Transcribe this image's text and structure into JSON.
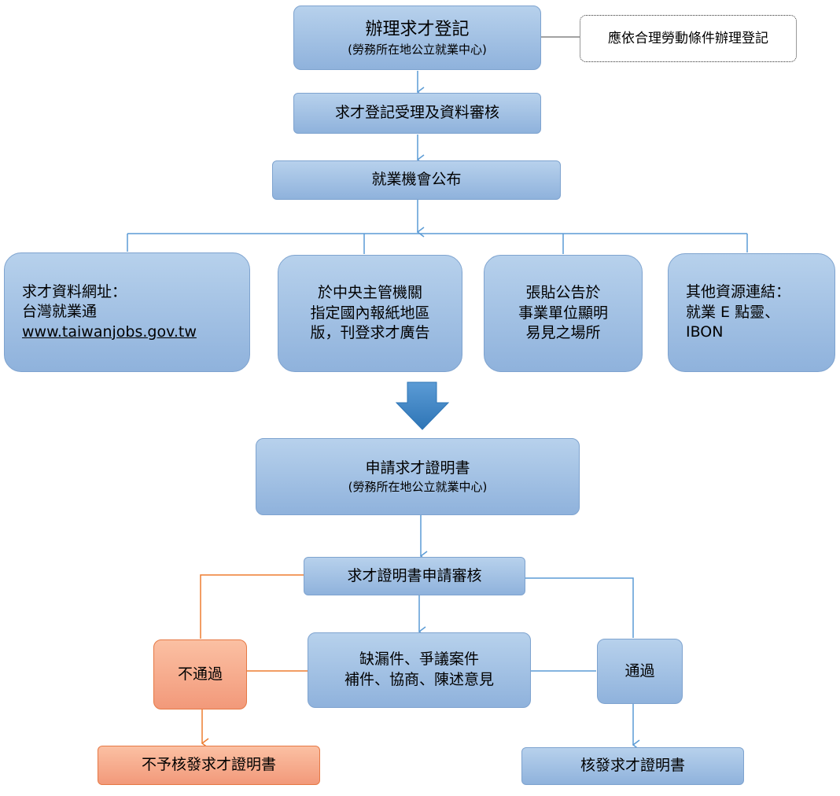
{
  "register": {
    "title": "辦理求才登記",
    "sub": "(勞務所在地公立就業中心)"
  },
  "note": "應依合理勞動條件辦理登記",
  "review": "求才登記受理及資料審核",
  "publish": "就業機會公布",
  "channels": {
    "web": {
      "line1": "求才資料網址：",
      "line2": "台灣就業通",
      "url": "www.taiwanjobs.gov.tw"
    },
    "newspaper": {
      "line1": "於中央主管機關",
      "line2": "指定國內報紙地區",
      "line3": "版，刊登求才廣告"
    },
    "poster": {
      "line1": "張貼公告於",
      "line2": "事業單位顯明",
      "line3": "易見之場所"
    },
    "other": {
      "line1": "其他資源連結：",
      "line2": "就業 E 點靈、",
      "line3": "IBON"
    }
  },
  "apply": {
    "title": "申請求才證明書",
    "sub": "(勞務所在地公立就業中心)"
  },
  "audit": "求才證明書申請審核",
  "missing": {
    "line1": "缺漏件、爭議案件",
    "line2": "補件、協商、陳述意見"
  },
  "reject": "不通過",
  "pass": "通過",
  "no_issue": "不予核發求才證明書",
  "issue": "核發求才證明書",
  "colors": {
    "box_fill": "#9dbde3",
    "box_border": "#7ea3cf",
    "blue_line": "#5b9bd5",
    "orange_fill": "#f4a582",
    "orange_border": "#e67945",
    "orange_line": "#ed7d31",
    "big_arrow": "#2e75b6"
  }
}
